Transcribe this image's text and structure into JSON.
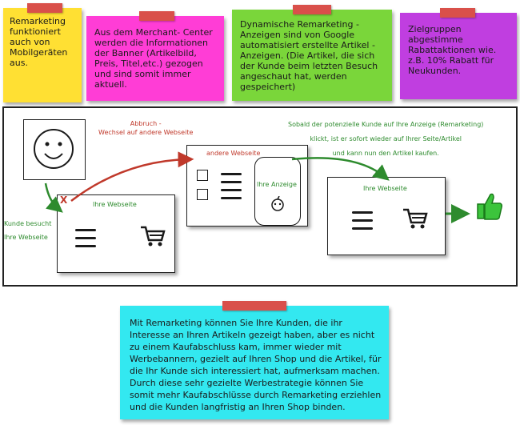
{
  "notes": [
    {
      "text": "Remarketing funktioniert auch von Mobilgeräten aus.",
      "color": "#ffe033"
    },
    {
      "text": "Aus dem Merchant- Center werden die Informationen der Banner (Artikelbild, Preis, Titel,etc.) gezogen und sind somit immer aktuell.",
      "color": "#ff3dd6"
    },
    {
      "text": "Dynamische Remarketing - Anzeigen sind von Google automatisiert erstellte Artikel - Anzeigen. (Die Artikel, die sich der Kunde beim letzten Besuch angeschaut hat, werden gespeichert)",
      "color": "#7ad63a"
    },
    {
      "text": "Zielgruppen abgestimme Rabattaktionen wie. z.B. 10% Rabatt für Neukunden.",
      "color": "#c03ee0"
    }
  ],
  "diagram": {
    "abbruch_label": "Abbruch -\nWechsel auf andere Webseite",
    "andere_webseite": "andere Webseite",
    "ihre_anzeige": "Ihre Anzeige",
    "ihre_webseite_1": "Ihre Webseite",
    "ihre_webseite_2": "Ihre Webseite",
    "kunde_besucht": "Kunde besucht\nIhre Webseite",
    "sobald_text": "Sobald der potenzielle Kunde auf Ihre Anzeige (Remarketing)\nklickt, ist er sofort wieder auf Ihrer Seite/Artikel\nund kann nun den Artikel kaufen.",
    "cross_mark": "X"
  },
  "summary": {
    "text": "Mit Remarketing können Sie Ihre Kunden, die ihr Interesse an Ihren Artikeln gezeigt haben, aber es nicht zu einem Kaufabschluss kam, immer wieder mit Werbebannern, gezielt auf Ihren Shop und die Artikel, für die Ihr Kunde sich interessiert hat, aufmerksam machen. Durch diese sehr gezielte Werbestrategie können Sie somit mehr Kaufabschlüsse durch Remarketing erziehlen und die Kunden langfristig an Ihren Shop binden.",
    "color": "#33e8f0"
  },
  "colors": {
    "green": "#2e8b2e",
    "red": "#c0392b",
    "tape": "#d9504a"
  }
}
